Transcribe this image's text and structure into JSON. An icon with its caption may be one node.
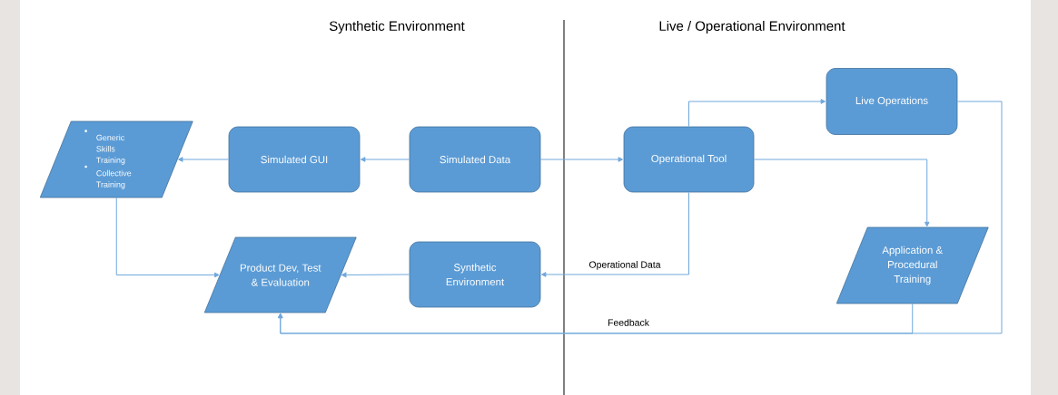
{
  "diagram": {
    "nodes": [
      {
        "text": [
          "Generic Skills Training",
          "Collective Training"
        ]
      },
      {
        "text": [
          "Simulated GUI"
        ]
      },
      {
        "text": [
          "Simulated Data"
        ]
      },
      {
        "text": [
          "Operational Tool"
        ]
      },
      {
        "text": [
          "Live Operations"
        ]
      },
      {
        "text": [
          "Product Dev, Test & Evaluation"
        ]
      },
      {
        "text": [
          "Synthetic Environment"
        ]
      },
      {
        "text": [
          "Application & Procedural Training"
        ]
      }
    ],
    "edges": [
      {
        "from": 1,
        "to": 0,
        "arrow": "to"
      },
      {
        "from": 2,
        "to": 1,
        "arrow": "to"
      },
      {
        "from": 2,
        "to": 3,
        "arrow": "to"
      },
      {
        "from": 3,
        "to": 4,
        "arrow": "to"
      },
      {
        "from": 3,
        "to": 7,
        "arrow": "to"
      },
      {
        "from": 3,
        "to": 6,
        "arrow": "to",
        "label": "Operational Data"
      },
      {
        "from": 6,
        "to": 5,
        "arrow": "to"
      },
      {
        "from": 0,
        "to": 5,
        "arrow": "to"
      },
      {
        "from": 7,
        "to": 5,
        "arrow": "to",
        "label": "Feedback"
      },
      {
        "from": 4,
        "to": 5,
        "arrow": "to"
      }
    ],
    "labels": [
      "Synthetic Environment",
      "Live / Operational Environment"
    ]
  }
}
